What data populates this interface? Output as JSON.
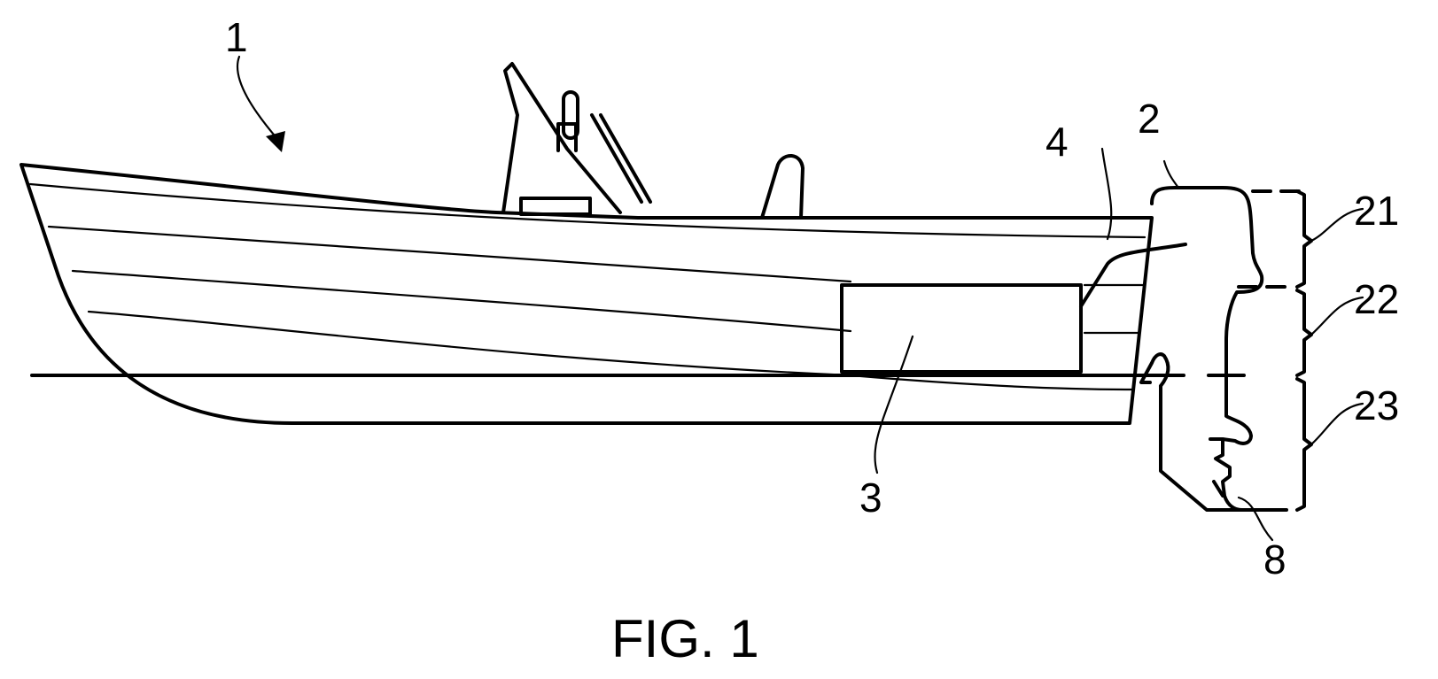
{
  "figure": {
    "caption": "FIG. 1",
    "labels": {
      "boat": "1",
      "outboard_motor": "2",
      "battery": "3",
      "cable": "4",
      "propeller": "8",
      "upper_section": "21",
      "middle_section": "22",
      "lower_section": "23"
    }
  }
}
